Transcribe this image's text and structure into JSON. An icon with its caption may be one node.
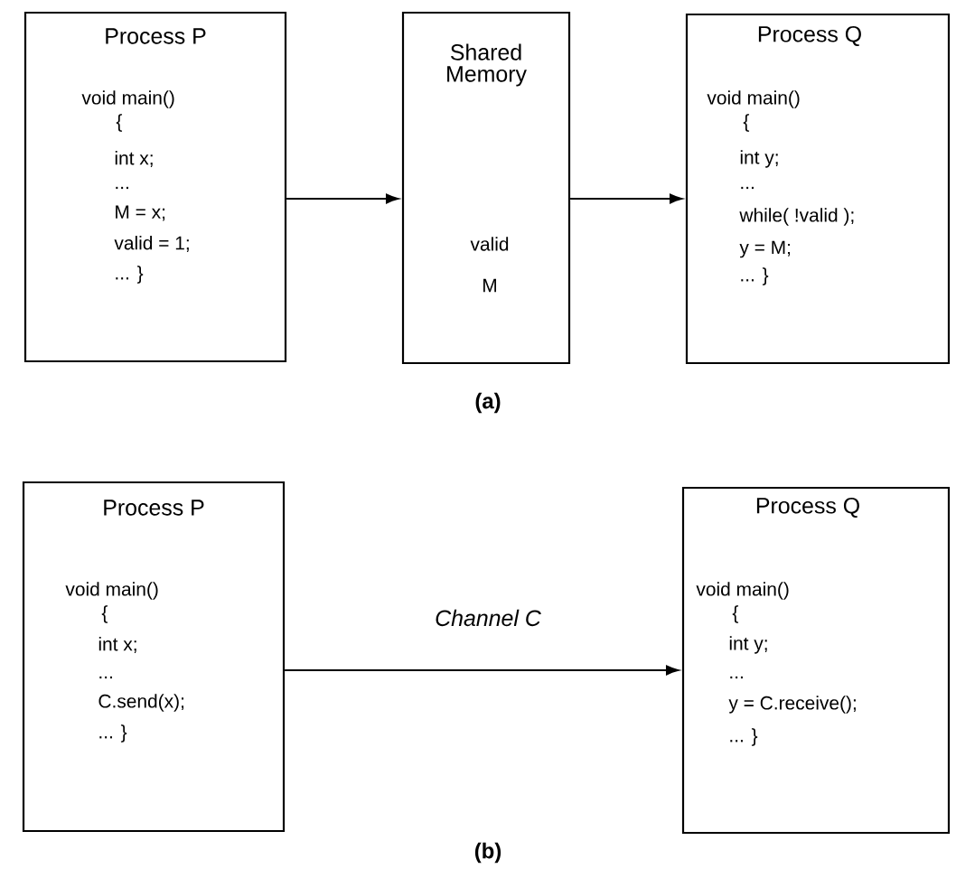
{
  "diagram": {
    "nodes": [
      {
        "text": [
          "Process P",
          "void main()",
          "{",
          "int x;",
          "...",
          "M  =  x;",
          "valid = 1;",
          "... }"
        ]
      },
      {
        "text": [
          "Shared Memory",
          "valid",
          "M"
        ]
      },
      {
        "text": [
          "Process Q",
          "void main()",
          "{",
          "int y;",
          "...",
          "while( !valid );",
          "y = M;",
          "... }"
        ]
      },
      {
        "text": [
          "Process P",
          "void main()",
          "{",
          "int x;",
          "...",
          "C.send(x);",
          "... }"
        ]
      },
      {
        "text": [
          "Process Q",
          "void main()",
          "{",
          "int y;",
          "...",
          "y = C.receive();",
          "... }"
        ]
      }
    ],
    "edges": [
      {
        "from": 0,
        "to": 1,
        "arrow": "to"
      },
      {
        "from": 1,
        "to": 2,
        "arrow": "to"
      },
      {
        "from": 3,
        "to": 4,
        "arrow": "to",
        "label": "Channel C"
      }
    ],
    "labels": [
      "(a)",
      "(b)"
    ]
  }
}
